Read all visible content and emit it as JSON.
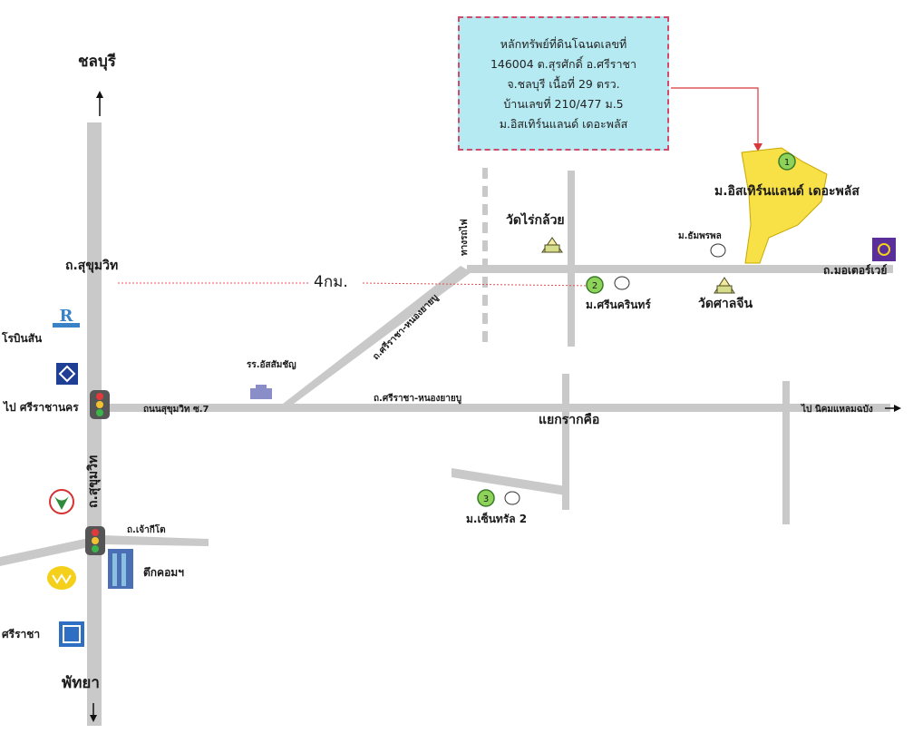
{
  "info_box": {
    "lines": [
      "หลักทรัพย์ที่ดินโฉนดเลขที่",
      "146004 ต.สุรศักดิ์ อ.ศรีราชา",
      "จ.ชลบุรี เนื้อที่ 29 ตรว.",
      "บ้านเลขที่ 210/477 ม.5",
      "ม.อิสเทิร์นแลนด์ เดอะพลัส"
    ]
  },
  "labels": {
    "north": "ชลบุรี",
    "south": "พัทยา",
    "sukhumvit_top": "ถ.สุขุมวิท",
    "sukhumvit_vertical": "ถ.สุขุมวิท",
    "distance": "4กม.",
    "robinson": "โรบินสัน",
    "to_sriracha": "ไป ศรีราชานคร",
    "sukhumvit_soi7": "ถนนสุขุมวิท ซ.7",
    "school": "รร.อัสสัมชัญ",
    "diagonal_road": "ถ.ศรีราชา-หนองยายบู",
    "sriracha_nongyaibu": "ถ.ศรีราชา-หนองยายบู",
    "intersection": "แยกรากคือ",
    "to_industrial": "ไป นิคมแหลมฉบัง",
    "railway": "ทางรถไฟ",
    "wat_rai": "วัดไร่กล้วย",
    "wat_2": "วัดศาลจีน",
    "rattanapol": "ม.ธัมพรพล",
    "project_name": "ม.อิสเทิร์นแลนด์ เดอะพลัส",
    "mo2_name": "ม.ศรีนครินทร์",
    "motorway": "ถ.มอเตอร์เวย์",
    "central2": "ม.เซ็นทรัล 2",
    "road_kasikorn": "ถ.เจ้ากีโต",
    "tower": "ตึกคอมฯ",
    "sriracha_bottom": "ศรีราชา"
  },
  "markers": {
    "m1": "1",
    "m2": "2",
    "m3": "3"
  },
  "colors": {
    "road": "#c9c9c9",
    "project": "#f8e047",
    "marker": "#8dd35a",
    "info_box": "#b6eaf2",
    "dotted_line": "#e05050",
    "arrow": "#d8383b"
  }
}
